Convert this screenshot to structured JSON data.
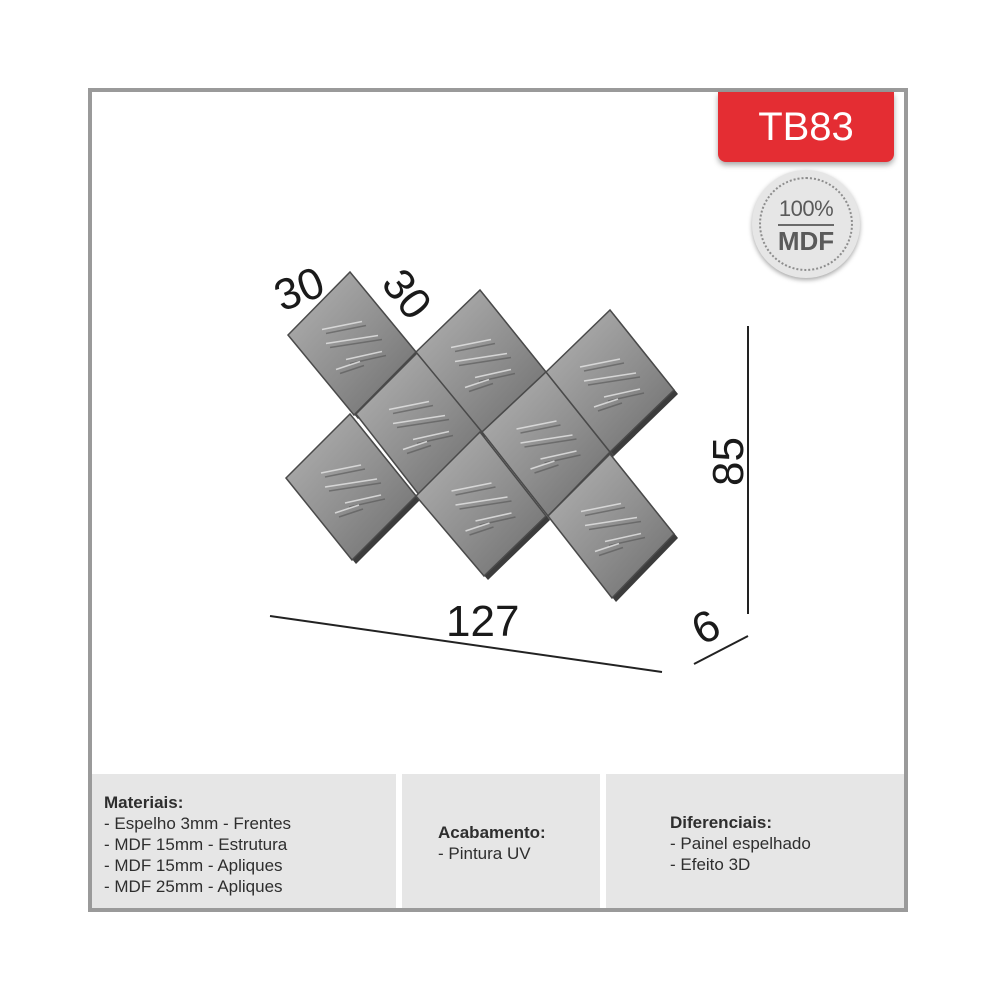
{
  "product": {
    "code": "TB83"
  },
  "seal": {
    "line1": "100%",
    "line2": "MDF"
  },
  "dimensions": {
    "width": "127",
    "height": "85",
    "depth": "6",
    "module_a": "30",
    "module_b": "30"
  },
  "info": {
    "materials": {
      "heading": "Materiais:",
      "items": [
        "- Espelho 3mm - Frentes",
        "- MDF 15mm - Estrutura",
        "- MDF 15mm - Apliques",
        "- MDF 25mm - Apliques"
      ]
    },
    "finish": {
      "heading": "Acabamento:",
      "items": [
        "- Pintura UV"
      ]
    },
    "features": {
      "heading": "Diferenciais:",
      "items": [
        "- Painel espelhado",
        "- Efeito 3D"
      ]
    }
  },
  "colors": {
    "badge": "#e42d33",
    "frame": "#9a9a9a",
    "panel": "#e6e6e6",
    "mirror": "#8f8f8f"
  }
}
